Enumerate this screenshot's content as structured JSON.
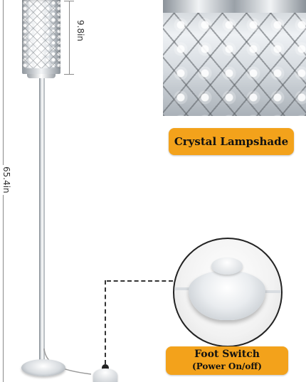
{
  "dimensions": {
    "shade_height": "9.8in",
    "total_height": "65.4in"
  },
  "labels": {
    "crystal": "Crystal Lampshade",
    "switch_title": "Foot Switch",
    "switch_sub": "(Power On/off)"
  },
  "colors": {
    "label_background": "#f3a21b",
    "dimension_line": "#8a8a8a"
  }
}
